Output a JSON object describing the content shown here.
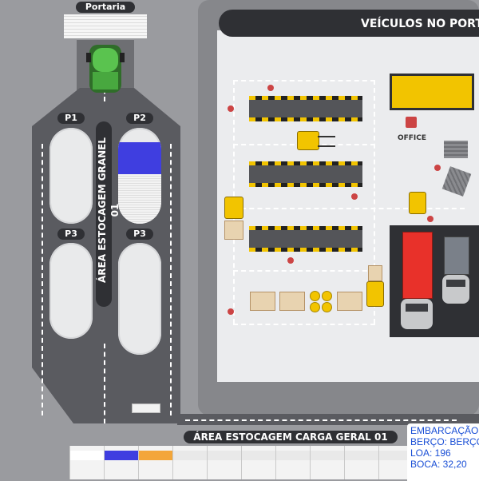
{
  "gate": {
    "label": "Portaria"
  },
  "granel": {
    "area_label": "ÁREA ESTOCAGEM GRANEL 01",
    "silos": [
      {
        "label": "P1"
      },
      {
        "label": "P2"
      },
      {
        "label": "P3"
      },
      {
        "label": "P3"
      }
    ]
  },
  "vehicles_panel": {
    "title": "VEÍCULOS NO PORT"
  },
  "office": {
    "label": "OFFICE"
  },
  "carga_geral": {
    "area_label": "ÁREA ESTOCAGEM CARGA GERAL 01"
  },
  "bottom_strip": {
    "cells": [
      {
        "fill": "#ffffff"
      },
      {
        "fill": "#3f3ee0"
      },
      {
        "fill": "#f3a63a"
      },
      {
        "fill": "#e9e9e9"
      },
      {
        "fill": "#e9e9e9"
      },
      {
        "fill": "#e9e9e9"
      },
      {
        "fill": "#e9e9e9"
      },
      {
        "fill": "#e9e9e9"
      },
      {
        "fill": "#e9e9e9"
      },
      {
        "fill": "#e9e9e9"
      }
    ]
  },
  "embarcacao_panel": {
    "title": "EMBARCAÇÃO:",
    "berco": "BERÇO: BERÇO",
    "loa": "LOA: 196",
    "boca": "BOCA: 32,20"
  },
  "colors": {
    "accent_yellow": "#f2c400",
    "bulk_blue": "#3f3ee0",
    "truck_red": "#e8312a",
    "dark_label": "#2f3034",
    "hud_text": "#1a4fd6"
  }
}
